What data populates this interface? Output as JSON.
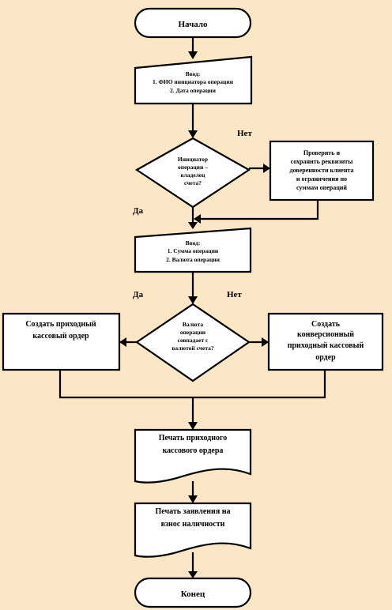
{
  "colors": {
    "background": "#fbe6c6",
    "shape_fill": "#ffffff",
    "stroke": "#000000"
  },
  "nodes": {
    "start": "Начало",
    "input1": {
      "title": "Ввод:",
      "line1": "1. ФИО инициатора операции",
      "line2": "2. Дата операции"
    },
    "decision1": {
      "line1": "Инициатор",
      "line2": "операции –",
      "line3": "владелец",
      "line4": "счета?"
    },
    "check": {
      "line1": "Проверить и",
      "line2": "сохранить реквизиты",
      "line3": "доверенности клиента",
      "line4": "и ограничения по",
      "line5": "суммам операций"
    },
    "input2": {
      "title": "Ввод:",
      "line1": "1. Сумма операции",
      "line2": "2. Валюта операции"
    },
    "decision2": {
      "line1": "Валюта",
      "line2": "операции",
      "line3": "совпадает с",
      "line4": "валютой счета?"
    },
    "create_order": {
      "line1": "Создать приходный",
      "line2": "кассовый ордер"
    },
    "create_conv": {
      "line1": "Создать",
      "line2": "конверсионный",
      "line3": "приходный кассовый",
      "line4": "ордер"
    },
    "print_order": {
      "line1": "Печать приходного",
      "line2": "кассового ордера"
    },
    "print_statement": {
      "line1": "Печать заявления на",
      "line2": "взнос наличности"
    },
    "end": "Конец"
  },
  "labels": {
    "no1": "Нет",
    "yes1": "Да",
    "yes2": "Да",
    "no2": "Нет"
  }
}
